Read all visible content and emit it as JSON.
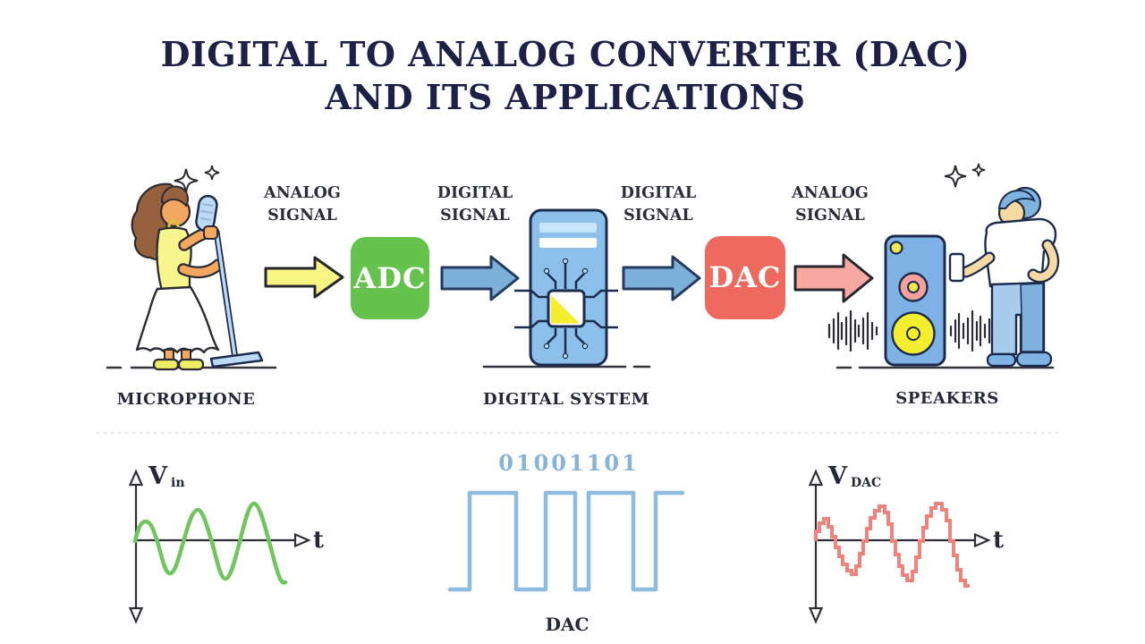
{
  "title": {
    "line1": "DIGITAL TO ANALOG CONVERTER (DAC)",
    "line2": "AND ITS APPLICATIONS"
  },
  "flow": {
    "signal_labels": [
      {
        "line1": "ANALOG",
        "line2": "SIGNAL"
      },
      {
        "line1": "DIGITAL",
        "line2": "SIGNAL"
      },
      {
        "line1": "DIGITAL",
        "line2": "SIGNAL"
      },
      {
        "line1": "ANALOG",
        "line2": "SIGNAL"
      }
    ],
    "adc_box_label": "ADC",
    "dac_box_label": "DAC",
    "microphone_caption": "MICROPHONE",
    "digital_system_caption": "DIGITAL SYSTEM",
    "speakers_caption": "SPEAKERS"
  },
  "waveforms": {
    "input": {
      "v_label": "V",
      "v_sub": "in",
      "t_label": "t"
    },
    "digital": {
      "bits": "01001101",
      "caption": "DAC"
    },
    "output": {
      "v_label": "V",
      "v_sub": "DAC",
      "t_label": "t"
    }
  },
  "colors": {
    "title_navy": "#1d2147",
    "adc_green": "#65c24c",
    "dac_coral": "#ee6a5e",
    "analog_in_arrow_yellow": "#f7f685",
    "digital_arrow_blue": "#7cb0d9",
    "analog_out_arrow_pink": "#f7a8a1",
    "input_wave_green": "#72c55e",
    "digital_wave_blue": "#8cbcdf",
    "output_wave_red": "#ef837b",
    "bits_text_blue": "#86b3d8"
  }
}
